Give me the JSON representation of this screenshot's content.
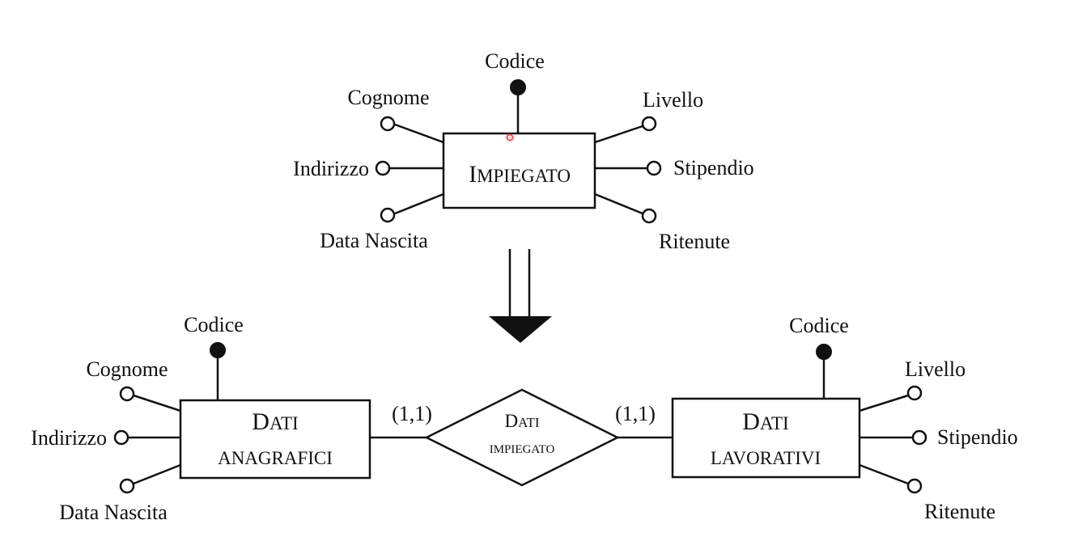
{
  "top_entity": {
    "name_first": "I",
    "name_rest": "MPIEGATO",
    "key_attribute": "Codice",
    "left_attributes": [
      "Cognome",
      "Indirizzo",
      "Data Nascita"
    ],
    "right_attributes": [
      "Livello",
      "Stipendio",
      "Ritenute"
    ]
  },
  "left_entity": {
    "line1_first": "D",
    "line1_rest": "ATI",
    "line2": "ANAGRAFICI",
    "key_attribute": "Codice",
    "attributes": [
      "Cognome",
      "Indirizzo",
      "Data Nascita"
    ]
  },
  "relationship": {
    "line1_first": "D",
    "line1_rest": "ATI",
    "line2": "IMPIEGATO",
    "left_cardinality": "(1,1)",
    "right_cardinality": "(1,1)"
  },
  "right_entity": {
    "line1_first": "D",
    "line1_rest": "ATI",
    "line2": "LAVORATIVI",
    "key_attribute": "Codice",
    "attributes": [
      "Livello",
      "Stipendio",
      "Ritenute"
    ]
  },
  "colors": {
    "ink": "#111111",
    "background": "#ffffff",
    "cursor_dot": "#e5484d"
  }
}
